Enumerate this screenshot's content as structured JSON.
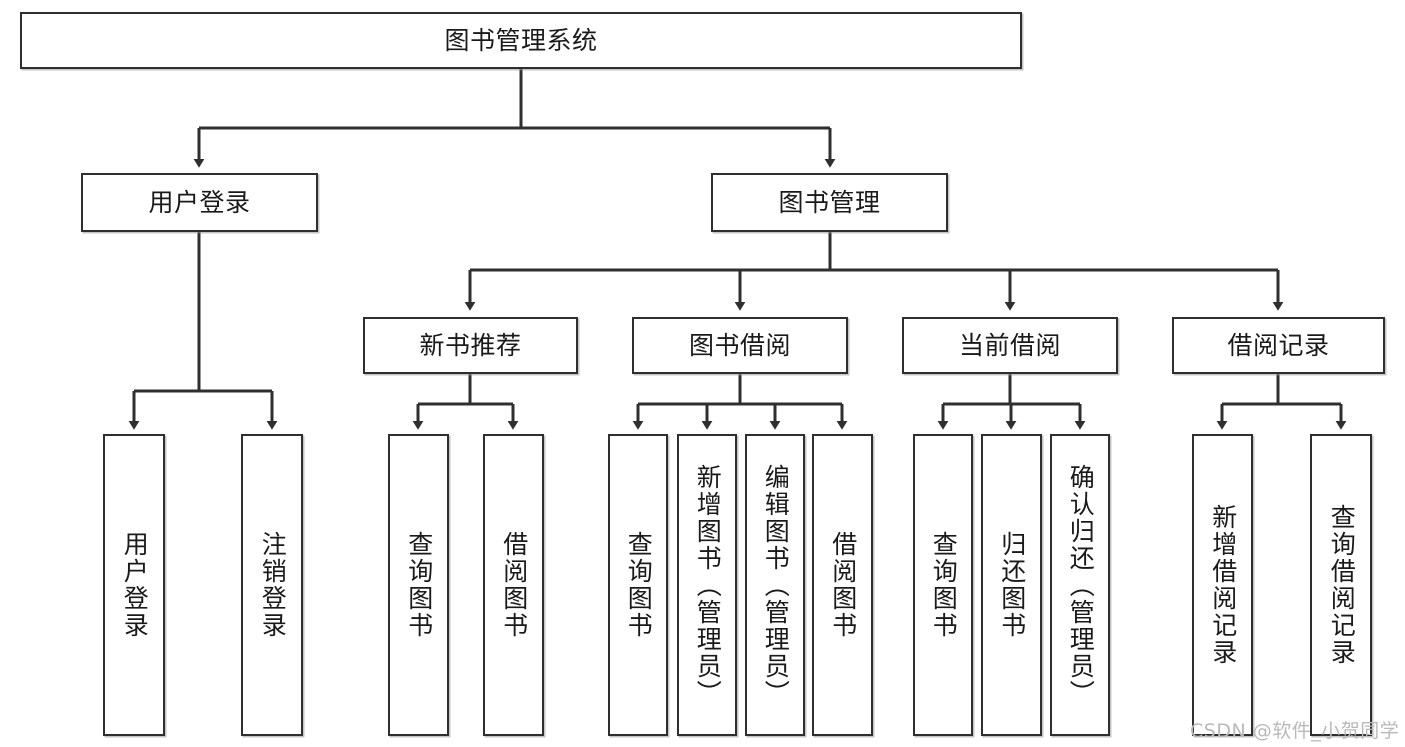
{
  "diagram": {
    "title": "图书管理系统",
    "watermark": "CSDN @软件_小贺同学",
    "colors": {
      "box_border": "#2f2f2f",
      "box_fill": "#ffffff",
      "edge": "#2f2f2f",
      "text": "#1a1a1a",
      "watermark": "#b9b9b9"
    },
    "nodes": {
      "root": "图书管理系统",
      "level2": {
        "user_login": "用户登录",
        "book_manage": "图书管理"
      },
      "level3": {
        "new_book_recommend": "新书推荐",
        "book_borrow": "图书借阅",
        "current_borrow": "当前借阅",
        "borrow_record": "借阅记录"
      },
      "leaves": {
        "user_login_1": "用户登录",
        "user_login_2": "注销登录",
        "recommend_1": "查询图书",
        "recommend_2": "借阅图书",
        "borrow_1": "查询图书",
        "borrow_2": "新增图书（管理员）",
        "borrow_3": "编辑图书（管理员）",
        "borrow_4": "借阅图书",
        "current_1": "查询图书",
        "current_2": "归还图书",
        "current_3": "确认归还（管理员）",
        "record_1": "新增借阅记录",
        "record_2": "查询借阅记录"
      }
    }
  }
}
